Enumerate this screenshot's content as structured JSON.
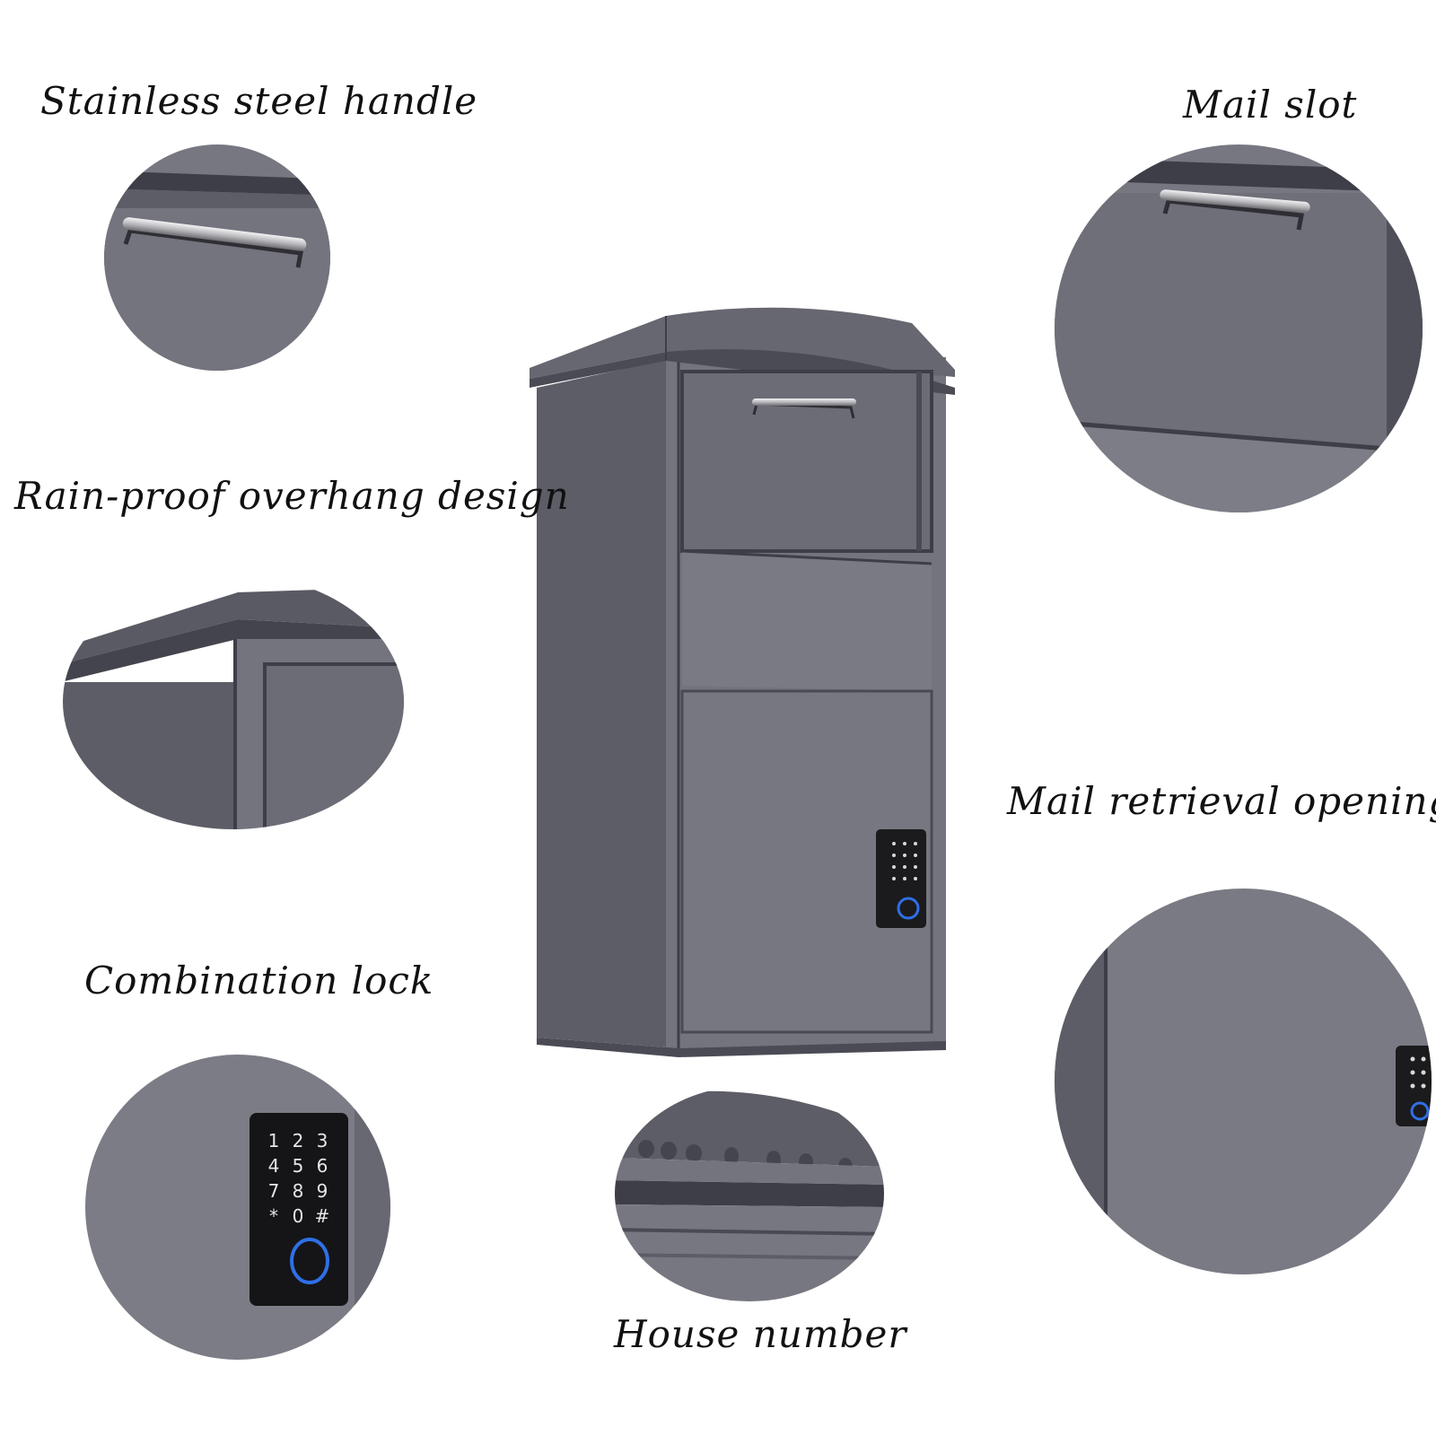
{
  "labels": {
    "handle": "Stainless steel handle",
    "mail_slot": "Mail slot",
    "overhang": "Rain-proof overhang design",
    "retrieval": "Mail retrieval opening",
    "lock": "Combination lock",
    "house_number": "House number"
  },
  "keypad": [
    "1",
    "2",
    "3",
    "4",
    "5",
    "6",
    "7",
    "8",
    "9",
    "*",
    "0",
    "#"
  ],
  "colors": {
    "body": "#74747e",
    "body_dark": "#5d5d67",
    "body_light": "#83838d",
    "edge": "#3e3e48",
    "keypad": "#1b1b1d",
    "ring": "#2f6fe6",
    "handle": "#c9c9cc"
  }
}
